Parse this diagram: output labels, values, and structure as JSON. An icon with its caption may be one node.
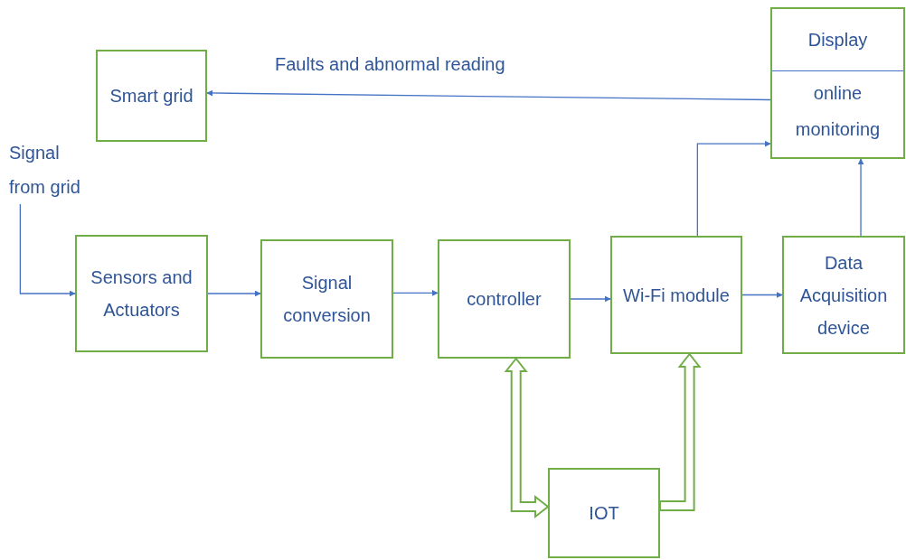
{
  "diagram": {
    "nodes": [
      {
        "text": [
          "Smart grid"
        ]
      },
      {
        "text": [
          "Signal from grid"
        ]
      },
      {
        "text": [
          "Sensors and Actuators"
        ]
      },
      {
        "text": [
          "Signal conversion"
        ]
      },
      {
        "text": [
          "controller"
        ]
      },
      {
        "text": [
          "Wi-Fi module"
        ]
      },
      {
        "text": [
          "Data Acquisition device"
        ]
      },
      {
        "text": [
          "Display",
          "online monitoring"
        ]
      },
      {
        "text": [
          "IOT"
        ]
      }
    ],
    "edges": [
      {
        "from": 1,
        "to": 2,
        "arrow": "to"
      },
      {
        "from": 2,
        "to": 3,
        "arrow": "to"
      },
      {
        "from": 3,
        "to": 4,
        "arrow": "to"
      },
      {
        "from": 4,
        "to": 5,
        "arrow": "to"
      },
      {
        "from": 5,
        "to": 6,
        "arrow": "to"
      },
      {
        "from": 7,
        "to": 0,
        "arrow": "to",
        "label": "Faults and abnormal reading"
      },
      {
        "from": 5,
        "to": 7,
        "arrow": "to"
      },
      {
        "from": 6,
        "to": 7,
        "arrow": "to"
      },
      {
        "from": 8,
        "to": 4,
        "arrow": "both",
        "style": "thick",
        "color": "#70ad47"
      },
      {
        "from": 8,
        "to": 5,
        "arrow": "to",
        "style": "thick",
        "color": "#70ad47"
      }
    ]
  }
}
